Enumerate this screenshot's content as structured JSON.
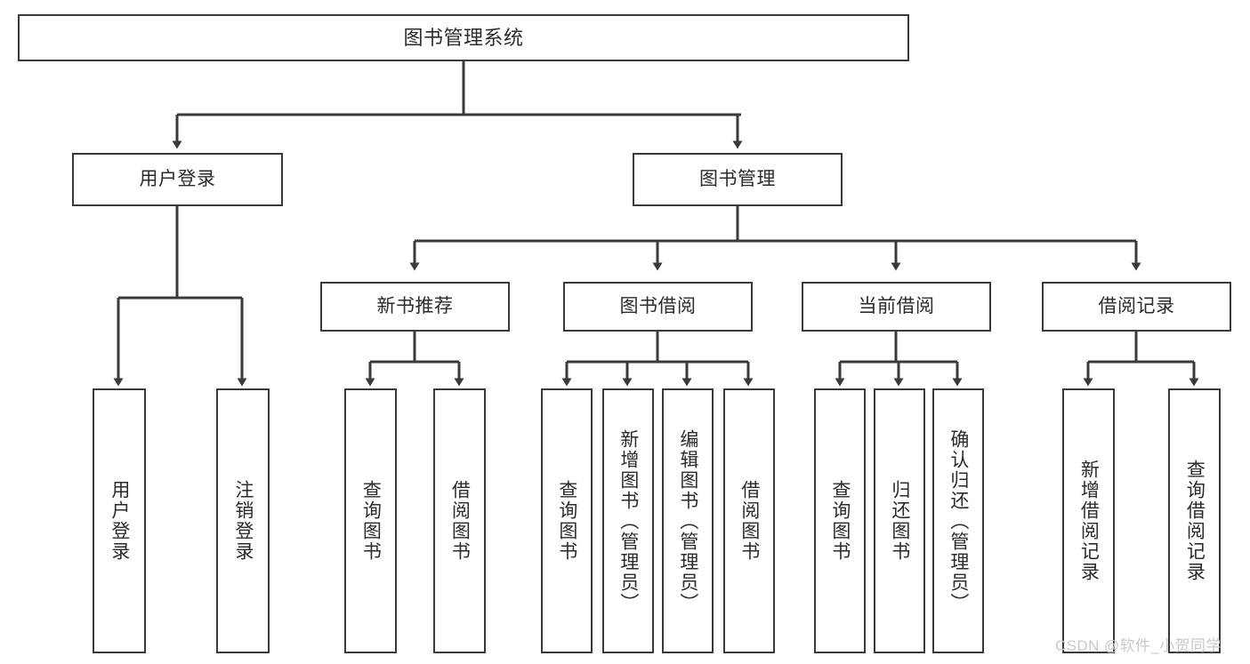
{
  "diagram": {
    "title": "图书管理系统",
    "type": "tree-hierarchy-chart",
    "colors": {
      "background": "#ffffff",
      "node_border": "#3a3a3a",
      "node_fill": "#ffffff",
      "text": "#2b2b2b",
      "edge": "#3a3a3a",
      "watermark": "#c9c9c9"
    },
    "root": {
      "label": "图书管理系统"
    },
    "level1": [
      {
        "label": "用户登录"
      },
      {
        "label": "图书管理"
      }
    ],
    "user_login_children": [
      {
        "label": "用户登录"
      },
      {
        "label": "注销登录"
      }
    ],
    "book_manage_children": [
      {
        "label": "新书推荐"
      },
      {
        "label": "图书借阅"
      },
      {
        "label": "当前借阅"
      },
      {
        "label": "借阅记录"
      }
    ],
    "new_book_children": [
      {
        "label": "查询图书"
      },
      {
        "label": "借阅图书"
      }
    ],
    "borrow_children": [
      {
        "label": "查询图书"
      },
      {
        "label": "新增图书（管理员）"
      },
      {
        "label": "编辑图书（管理员）"
      },
      {
        "label": "借阅图书"
      }
    ],
    "current_borrow_children": [
      {
        "label": "查询图书"
      },
      {
        "label": "归还图书"
      },
      {
        "label": "确认归还（管理员）"
      }
    ],
    "record_children": [
      {
        "label": "新增借阅记录"
      },
      {
        "label": "查询借阅记录"
      }
    ],
    "watermark": "CSDN @软件_小贺同学"
  }
}
